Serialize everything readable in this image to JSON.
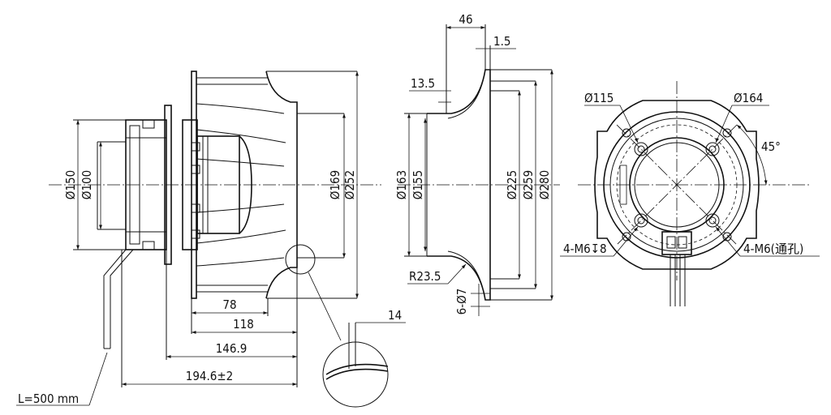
{
  "side_view": {
    "dims": {
      "d150": "Ø150",
      "d100": "Ø100",
      "d169": "Ø169",
      "d252": "Ø252",
      "len78": "78",
      "len118": "118",
      "len146": "146.9",
      "len194": "194.6±2",
      "cable": "L=500 mm",
      "detail14": "14"
    }
  },
  "inlet_ring": {
    "dims": {
      "w46": "46",
      "t15": "1.5",
      "h135": "13.5",
      "d163": "Ø163",
      "d155": "Ø155",
      "d225": "Ø225",
      "d259": "Ø259",
      "d280": "Ø280",
      "r235": "R23.5",
      "holes": "6-Ø7"
    }
  },
  "front_view": {
    "dims": {
      "d115": "Ø115",
      "d164": "Ø164",
      "angle": "45°",
      "m6t8": "4-M6↧8",
      "m6thru": "4-M6(通孔)"
    }
  }
}
